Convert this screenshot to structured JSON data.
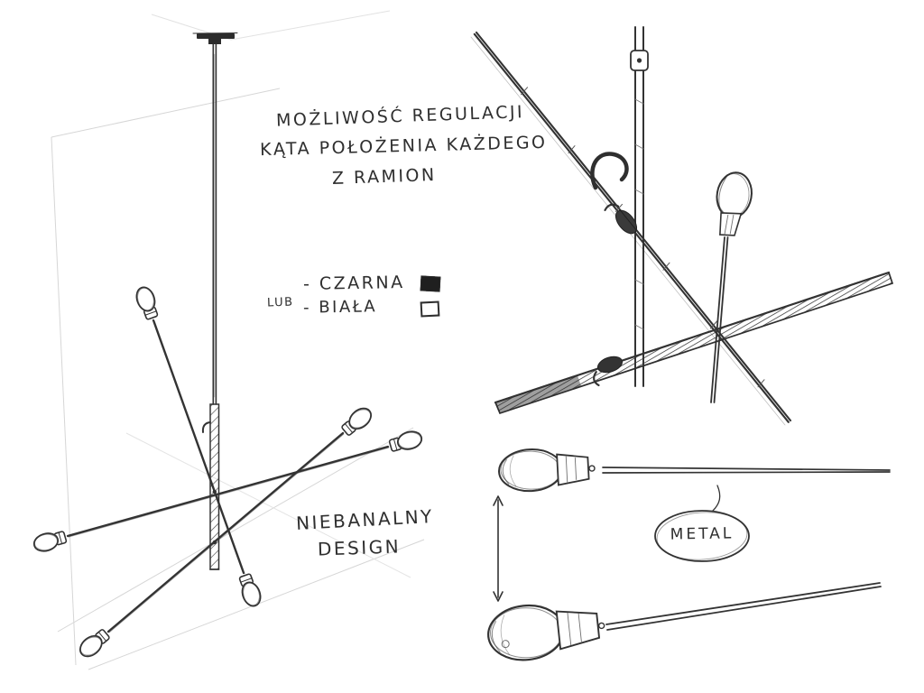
{
  "annotations": {
    "adjustability": {
      "line1": "MOŻLIWOŚĆ REGULACJI",
      "line2": "KĄTA POŁOŻENIA KAŻDEGO",
      "line3": "Z RAMION"
    },
    "color_options": {
      "black_label": "- CZARNA",
      "or_label": "LUB",
      "white_label": "- BIAŁA"
    },
    "design": {
      "line1": "NIEBANALNY",
      "line2": "DESIGN"
    },
    "material": {
      "label": "METAL"
    }
  },
  "swatches": {
    "black": "#1f1f1f",
    "white": "#ffffff"
  },
  "canvas": {
    "background": "#ffffff",
    "ink": "#2e2e2e"
  }
}
